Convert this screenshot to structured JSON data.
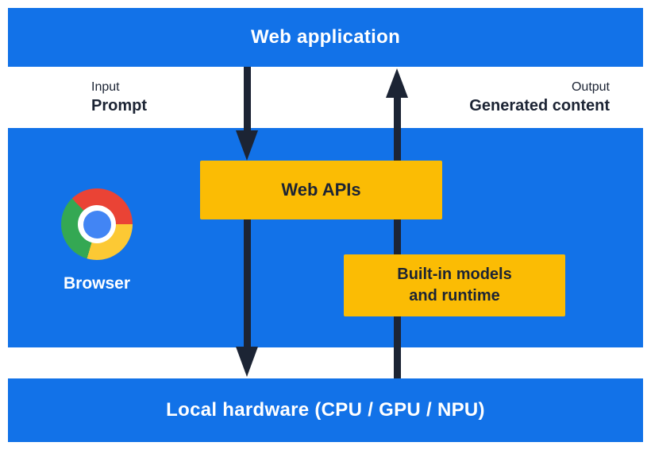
{
  "colors": {
    "layer_blue": "#1272e8",
    "box_yellow": "#fbbc04",
    "arrow_dark": "#1c2434",
    "text_light": "#ffffff",
    "logo_red": "#ea4335",
    "logo_yellow": "#fcc934",
    "logo_green": "#34a853",
    "logo_center_blue": "#4285f4"
  },
  "web_application_bar": {
    "label": "Web application"
  },
  "io_labels": {
    "input": {
      "caption": "Input",
      "value": "Prompt"
    },
    "output": {
      "caption": "Output",
      "value": "Generated content"
    }
  },
  "browser_layer": {
    "icon": "chrome-logo",
    "label": "Browser",
    "web_apis_box": {
      "label": "Web APIs"
    },
    "builtin_box": {
      "line1": "Built-in models",
      "line2": "and runtime"
    }
  },
  "hardware_bar": {
    "label": "Local hardware (CPU / GPU / NPU)"
  }
}
